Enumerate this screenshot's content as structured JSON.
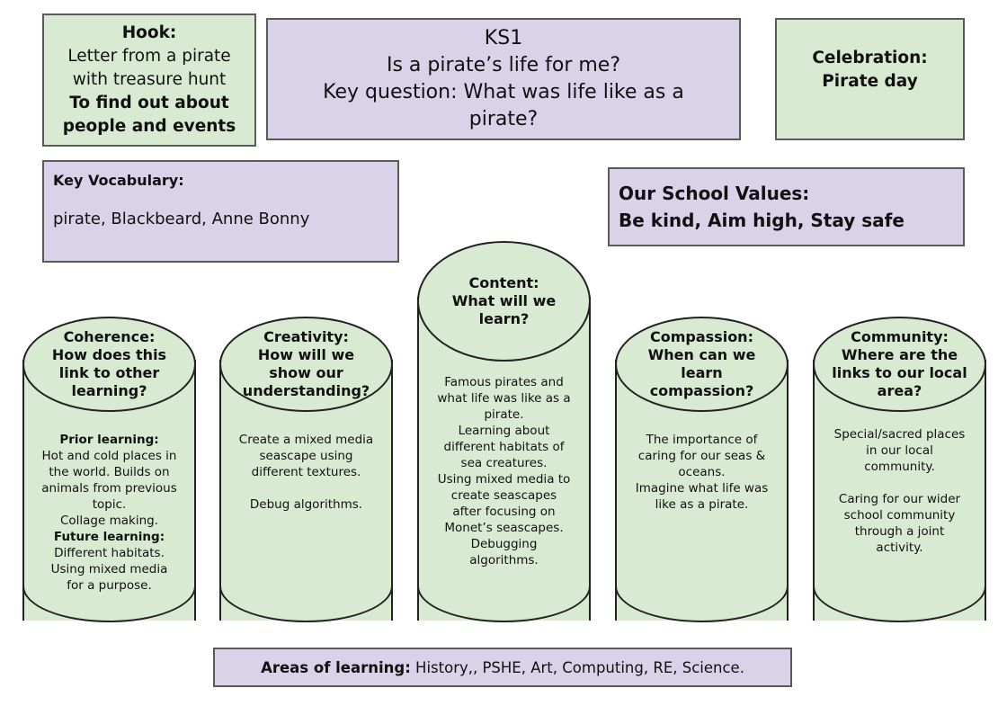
{
  "hook": {
    "title": "Hook:",
    "line1": "Letter from a pirate",
    "line2": "with treasure hunt",
    "bold1": "To find out about",
    "bold2": "people and events"
  },
  "main": {
    "line1": "KS1",
    "line2": "Is a pirate’s life for me?",
    "line3": "Key question: What was life like as a",
    "line4": "pirate?"
  },
  "celebration": {
    "title": "Celebration:",
    "value": "Pirate day"
  },
  "vocab": {
    "title": "Key Vocabulary:",
    "words": "pirate, Blackbeard, Anne Bonny"
  },
  "values": {
    "title": "Our School Values:",
    "items": "Be kind, Aim high, Stay safe"
  },
  "pillars": {
    "coherence": {
      "heading": [
        "Coherence:",
        "How does this",
        "link to other",
        "learning?"
      ],
      "prior_label": "Prior learning:",
      "prior": [
        "Hot and cold places in",
        "the world. Builds on",
        "animals from previous",
        "topic.",
        "Collage making."
      ],
      "future_label": "Future learning:",
      "future": [
        "Different habitats.",
        "Using mixed media",
        "for a purpose."
      ]
    },
    "creativity": {
      "heading": [
        "Creativity:",
        "How will we",
        "show our",
        "understanding?"
      ],
      "body1": [
        "Create a mixed media",
        "seascape using",
        "different textures."
      ],
      "body2": [
        "Debug algorithms."
      ]
    },
    "content": {
      "heading": [
        "Content:",
        "What will we",
        "learn?"
      ],
      "body": [
        "Famous pirates and",
        "what life was like as a",
        "pirate.",
        "Learning about",
        "different habitats of",
        "sea creatures.",
        "Using mixed media to",
        "create seascapes",
        "after focusing on",
        "Monet’s seascapes.",
        "Debugging",
        "algorithms."
      ]
    },
    "compassion": {
      "heading": [
        "Compassion:",
        "When can we",
        "learn",
        "compassion?"
      ],
      "body": [
        "The importance of",
        "caring for our seas &",
        "oceans.",
        "Imagine what life was",
        "like as a pirate."
      ]
    },
    "community": {
      "heading": [
        "Community:",
        "Where are the",
        "links to our local",
        "area?"
      ],
      "body1": [
        "Special/sacred places",
        "in our local",
        "community."
      ],
      "body2": [
        "Caring for our wider",
        "school community",
        "through a joint",
        "activity."
      ]
    }
  },
  "areas": {
    "label": "Areas of learning:",
    "value": " History,, PSHE, Art, Computing, RE, Science."
  }
}
